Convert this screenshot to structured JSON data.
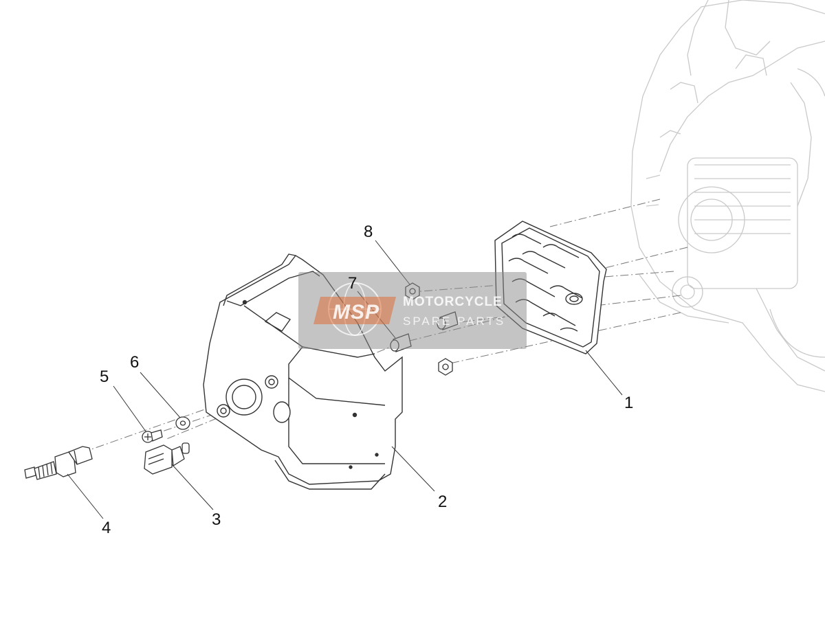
{
  "diagram": {
    "callouts": [
      {
        "id": "1",
        "label": "1"
      },
      {
        "id": "2",
        "label": "2"
      },
      {
        "id": "3",
        "label": "3"
      },
      {
        "id": "4",
        "label": "4"
      },
      {
        "id": "5",
        "label": "5"
      },
      {
        "id": "6",
        "label": "6"
      },
      {
        "id": "7",
        "label": "7"
      },
      {
        "id": "8",
        "label": "8"
      }
    ]
  },
  "watermark": {
    "logo_text": "MSP",
    "line1": "MOTORCYCLE",
    "line2": "SPARE PARTS"
  },
  "colors": {
    "line": "#333333",
    "faint": "#c9c9c9",
    "watermark_bg": "#8a8a8a",
    "watermark_accent": "#e0703a"
  }
}
